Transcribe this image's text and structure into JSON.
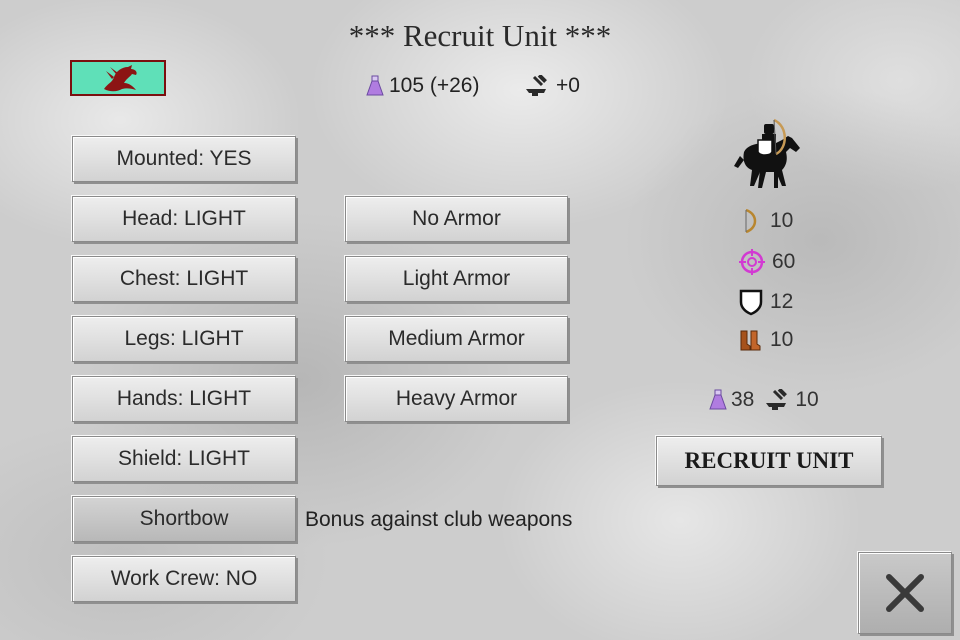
{
  "title": "*** Recruit Unit ***",
  "resources": {
    "mana": "105 (+26)",
    "workers": "+0"
  },
  "options": [
    {
      "label": "Mounted: YES"
    },
    {
      "label": "Head: LIGHT"
    },
    {
      "label": "Chest: LIGHT"
    },
    {
      "label": "Legs: LIGHT"
    },
    {
      "label": "Hands: LIGHT"
    },
    {
      "label": "Shield: LIGHT"
    },
    {
      "label": "Shortbow"
    },
    {
      "label": "Work Crew: NO"
    }
  ],
  "armor_choices": [
    {
      "label": "No Armor"
    },
    {
      "label": "Light Armor"
    },
    {
      "label": "Medium Armor"
    },
    {
      "label": "Heavy Armor"
    }
  ],
  "bonus_text": "Bonus against club weapons",
  "stats": {
    "attack": "10",
    "accuracy": "60",
    "defense": "12",
    "speed": "10"
  },
  "cost": {
    "mana": "38",
    "workers": "10"
  },
  "recruit_label": "RECRUIT UNIT",
  "icons": {
    "flag": "dragon-banner-icon",
    "mana": "potion-flask-icon",
    "workers": "anvil-worker-icon",
    "unit": "mounted-archer-icon",
    "attack": "bow-icon",
    "accuracy": "crosshair-icon",
    "defense": "shield-icon",
    "speed": "boots-icon",
    "close": "close-x-icon"
  },
  "colors": {
    "flag_bg": "#5fe0b8",
    "flag_border": "#7b0f0f",
    "dragon": "#8c1414",
    "mana": "#b07ce0",
    "crosshair": "#d23ad2"
  }
}
